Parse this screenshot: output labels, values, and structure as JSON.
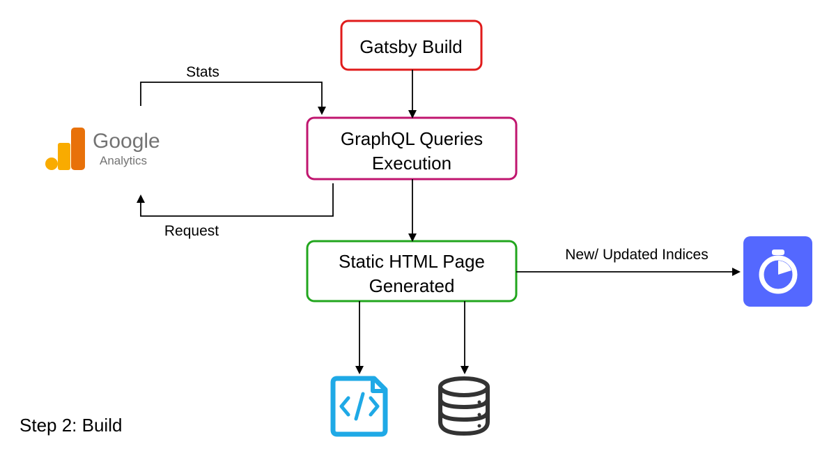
{
  "nodes": {
    "gatsby_build": {
      "label": "Gatsby Build",
      "border_color": "#e01b1b"
    },
    "graphql": {
      "line1": "GraphQL Queries",
      "line2": "Execution",
      "border_color": "#c0166f"
    },
    "static_html": {
      "line1": "Static HTML Page",
      "line2": "Generated",
      "border_color": "#22a61e"
    }
  },
  "edges": {
    "stats": "Stats",
    "request": "Request",
    "indices": "New/ Updated Indices"
  },
  "google_analytics": {
    "word1": "Google",
    "word2": "Analytics",
    "colors": {
      "bar_dark": "#e8710a",
      "bar_light": "#f9ab00"
    }
  },
  "icons": {
    "analytics_logo": "google-analytics-icon",
    "search_service": "algolia-stopwatch-icon",
    "code_file": "code-file-icon",
    "database": "database-icon"
  },
  "colors": {
    "algolia_bg": "#5468ff",
    "code_file": "#1fa9e6",
    "database": "#333333"
  },
  "caption": "Step 2: Build"
}
